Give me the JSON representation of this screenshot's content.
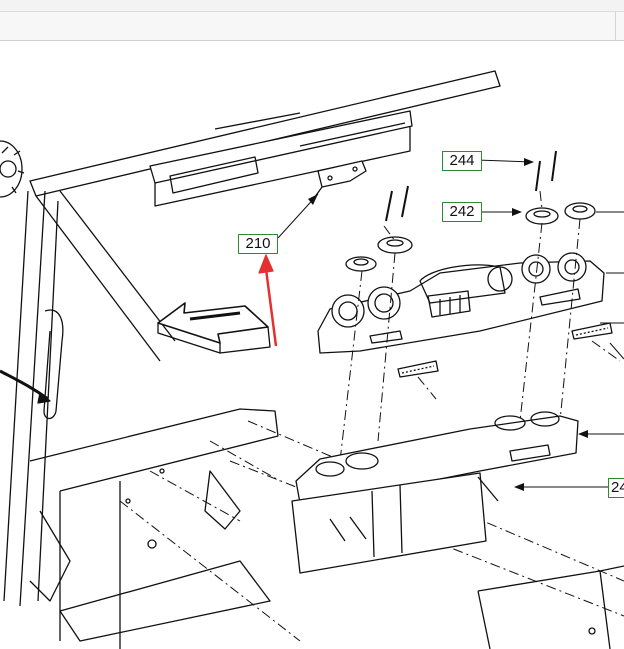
{
  "callouts": {
    "c210": "210",
    "c244": "244",
    "c242": "242",
    "c24_cut": "24"
  },
  "colors": {
    "callout_border": "#2e8b2e",
    "arrow_red": "#e53030",
    "line": "#111111"
  },
  "icons": [
    "direction-arrow-icon"
  ]
}
